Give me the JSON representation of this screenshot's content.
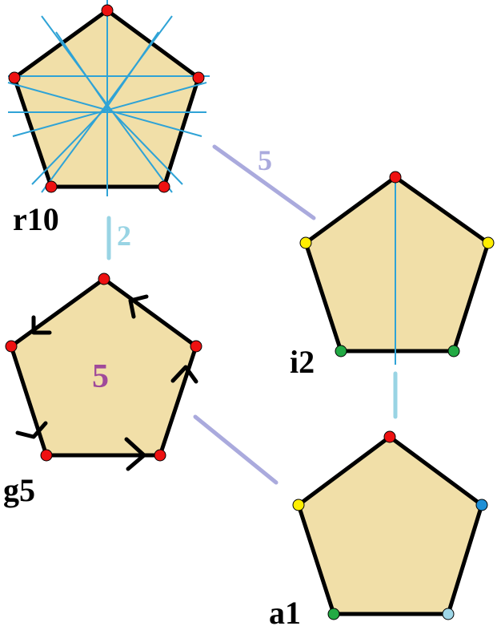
{
  "colors": {
    "fill": "#f1dfa8",
    "outline": "#000000",
    "mirror_line": "#2fa3d6",
    "connector_purple": "#aaaadd",
    "connector_blue": "#99d4e4",
    "order_label_purple": "#aaaadd",
    "order_label_blue": "#99d4e4",
    "center_label": "#a04a9a",
    "vertex_red": "#ee1111",
    "vertex_yellow": "#ffee00",
    "vertex_green": "#22aa44",
    "vertex_blue": "#1d8fd6",
    "vertex_lightblue": "#9fd7e8"
  },
  "shapes": {
    "r10": {
      "label": "r10",
      "vertex_colors": [
        "vertex_red",
        "vertex_red",
        "vertex_red",
        "vertex_red",
        "vertex_red"
      ]
    },
    "i2": {
      "label": "i2",
      "vertex_colors": [
        "vertex_red",
        "vertex_yellow",
        "vertex_green",
        "vertex_green",
        "vertex_yellow"
      ]
    },
    "g5": {
      "label": "g5",
      "center_label": "5",
      "vertex_colors": [
        "vertex_red",
        "vertex_red",
        "vertex_red",
        "vertex_red",
        "vertex_red"
      ]
    },
    "a1": {
      "label": "a1",
      "vertex_colors": [
        "vertex_red",
        "vertex_blue",
        "vertex_lightblue",
        "vertex_green",
        "vertex_yellow"
      ]
    }
  },
  "connectors": {
    "r10_i2": {
      "order_label": "5"
    },
    "r10_g5": {
      "order_label": "2"
    }
  }
}
